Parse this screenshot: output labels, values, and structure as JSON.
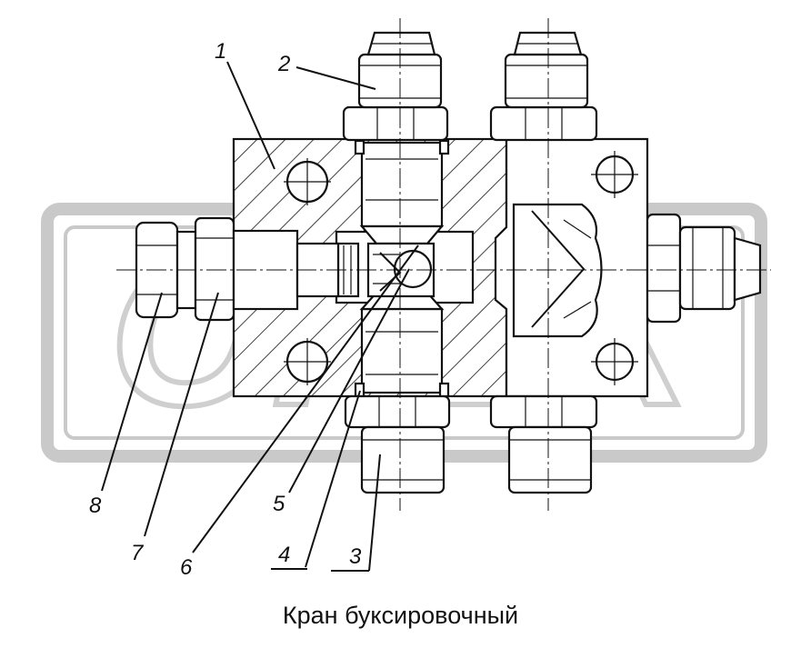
{
  "caption": "Кран буксировочный",
  "callouts": [
    {
      "id": "1",
      "label": "1"
    },
    {
      "id": "2",
      "label": "2"
    },
    {
      "id": "3",
      "label": "3"
    },
    {
      "id": "4",
      "label": "4"
    },
    {
      "id": "5",
      "label": "5"
    },
    {
      "id": "6",
      "label": "6"
    },
    {
      "id": "7",
      "label": "7"
    },
    {
      "id": "8",
      "label": "8"
    }
  ],
  "watermark": "OPEX"
}
